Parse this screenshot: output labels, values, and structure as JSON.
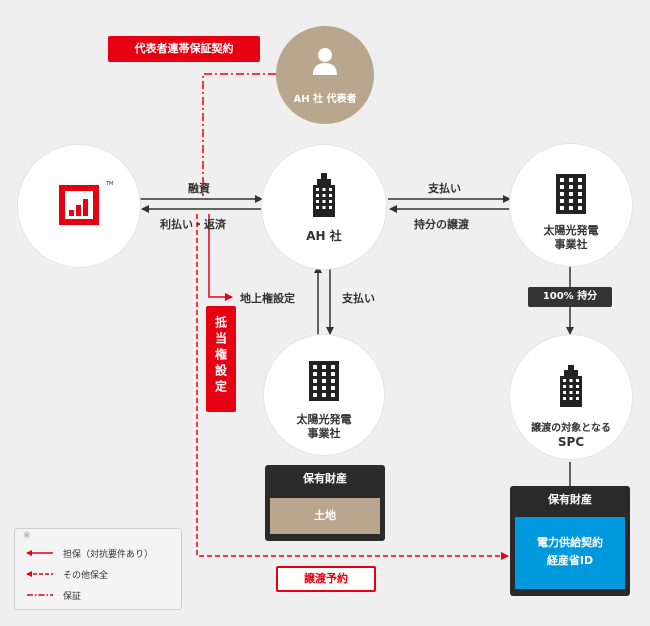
{
  "labels": {
    "guarantee_contract": "代表者連帯保証契約",
    "representative": "AH 社 代表者",
    "finance": "融資",
    "repay": "利払い・返済",
    "pay_right": "支払い",
    "transfer_share": "持分の譲渡",
    "ah_company": "AH 社",
    "solar_company_right": "太陽光発電\n事業社",
    "solar_company_mid": "太陽光発電\n事業社",
    "surface_right": "地上権設定",
    "pay_down": "支払い",
    "mortgage": "抵当権設定",
    "ownership": "100% 持分",
    "spc_line1": "譲渡の対象となる",
    "spc_line2": "SPC",
    "assets_left_title": "保有財産",
    "assets_left_item": "土地",
    "assets_right_title": "保有財産",
    "assets_right_item": "電力供給契約\n経産省ID",
    "transfer_reserve": "譲渡予約",
    "tm": "TM"
  },
  "legend": {
    "mark": "※",
    "items": [
      {
        "label": "担保（対抗要件あり）",
        "style": "solid"
      },
      {
        "label": "その他保全",
        "style": "dashed"
      },
      {
        "label": "保証",
        "style": "dashdot"
      }
    ]
  },
  "colors": {
    "accent": "#e60012",
    "dark": "#333333",
    "tan": "#b8a68e",
    "blue": "#0099dd",
    "background": "#efefef"
  }
}
